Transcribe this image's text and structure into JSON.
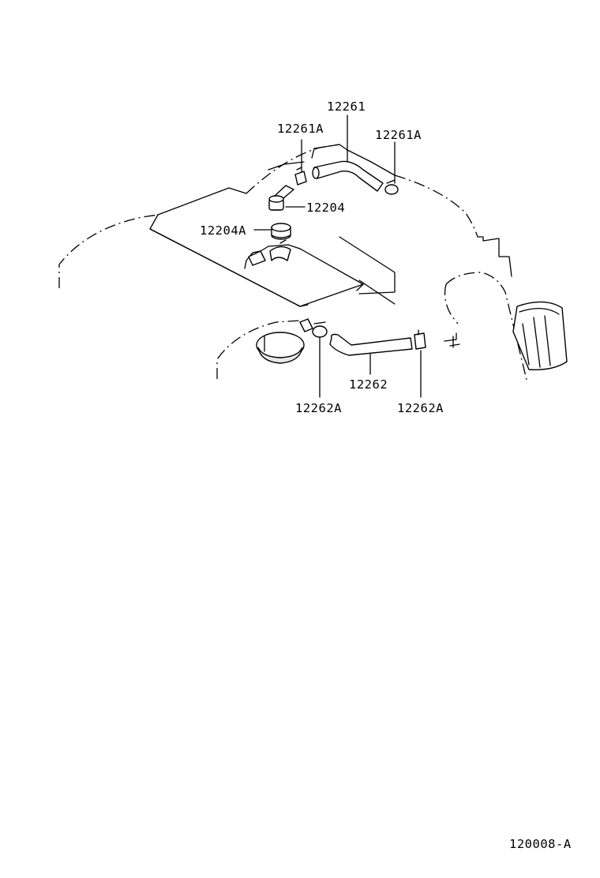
{
  "figure_id": "120008-A",
  "labels": {
    "hose_upper": "12261",
    "clamp_upper_left": "12261A",
    "clamp_upper_right": "12261A",
    "pcv_valve": "12204",
    "grommet": "12204A",
    "hose_lower": "12262",
    "clamp_lower_left": "12262A",
    "clamp_lower_right": "12262A"
  }
}
